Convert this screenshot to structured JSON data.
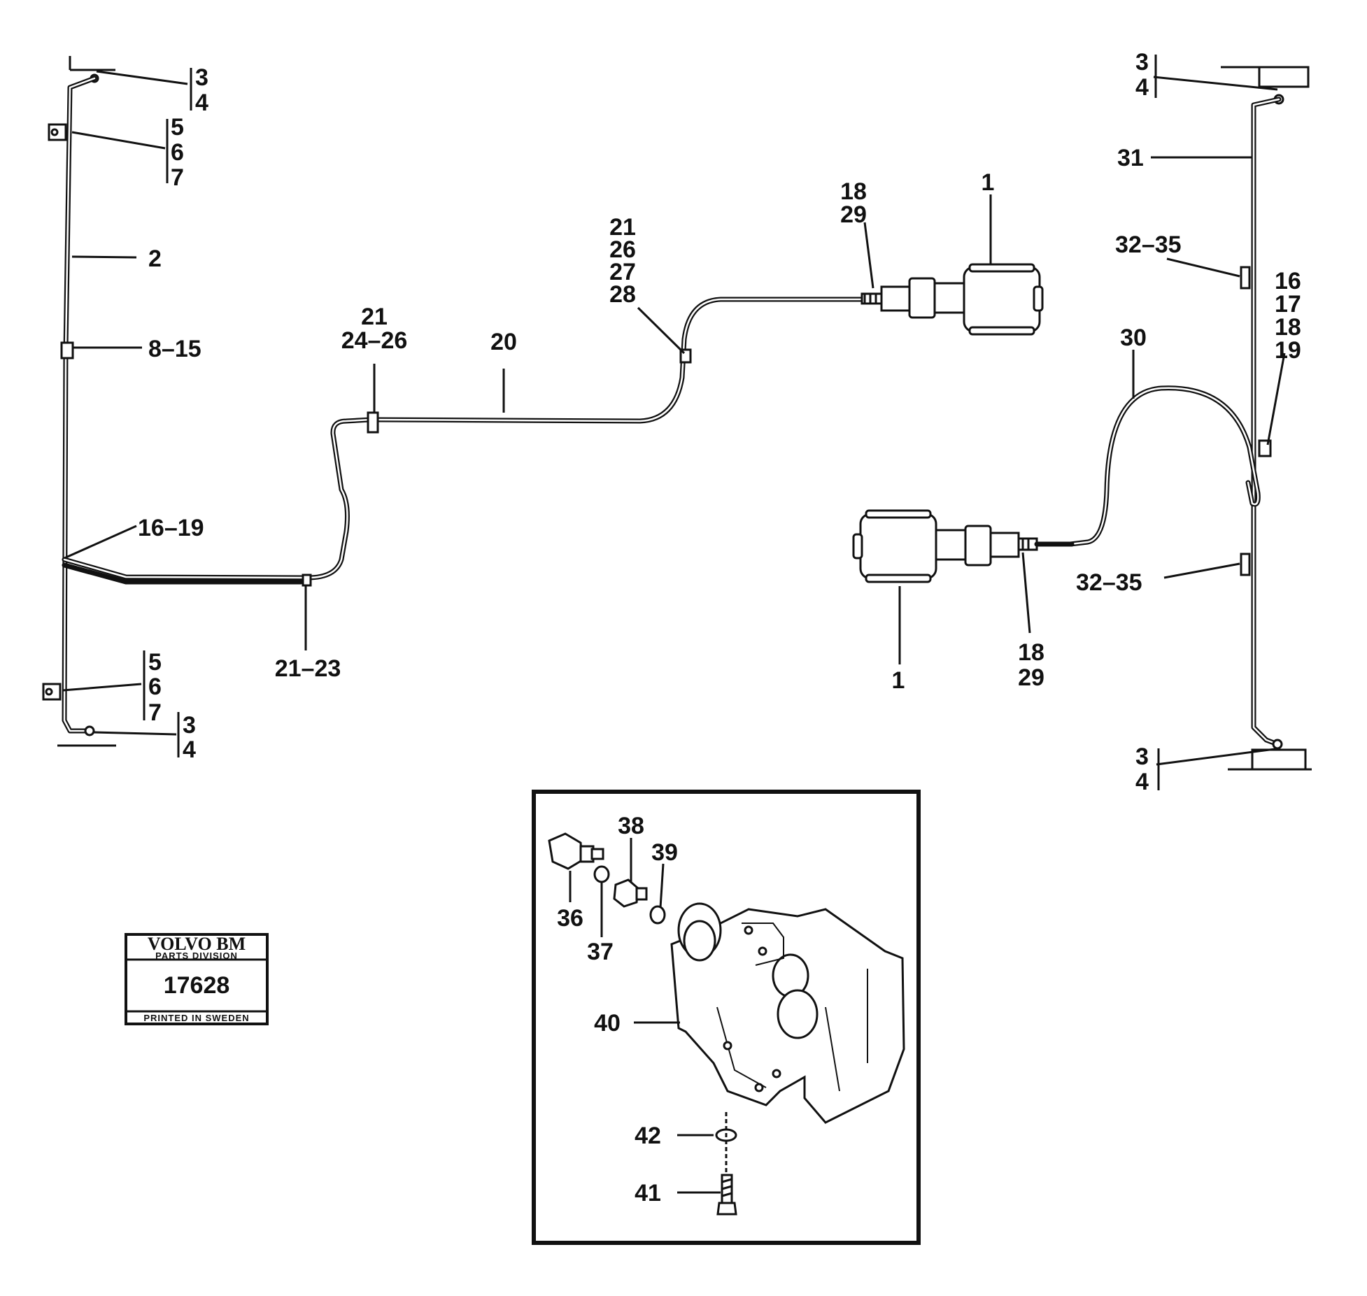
{
  "callouts": {
    "left_top_3_4": [
      "3",
      "4"
    ],
    "left_top_5_7": [
      "5",
      "6",
      "7"
    ],
    "left_2": "2",
    "left_8_15": "8–15",
    "left_16_19": "16–19",
    "left_bot_5_7": [
      "5",
      "6",
      "7"
    ],
    "left_bot_3_4": [
      "3",
      "4"
    ],
    "mid_21_23": "21–23",
    "mid_21_24_26": [
      "21",
      "24–26"
    ],
    "mid_20": "20",
    "mid_21_26_27_28": [
      "21",
      "26",
      "27",
      "28"
    ],
    "top_18_29": [
      "18",
      "29"
    ],
    "top_1": "1",
    "right_top_3_4": [
      "3",
      "4"
    ],
    "right_31": "31",
    "right_32_35_top": "32–35",
    "right_16_19": [
      "16",
      "17",
      "18",
      "19"
    ],
    "right_30": "30",
    "right_32_35_bot": "32–35",
    "right_bot_3_4": [
      "3",
      "4"
    ],
    "low_1": "1",
    "low_18_29": [
      "18",
      "29"
    ],
    "inset_36": "36",
    "inset_37": "37",
    "inset_38": "38",
    "inset_39": "39",
    "inset_40": "40",
    "inset_41": "41",
    "inset_42": "42"
  },
  "label_box": {
    "brand": "VOLVO BM",
    "division": "PARTS DIVISION",
    "number": "17628",
    "footer": "PRINTED IN SWEDEN"
  }
}
